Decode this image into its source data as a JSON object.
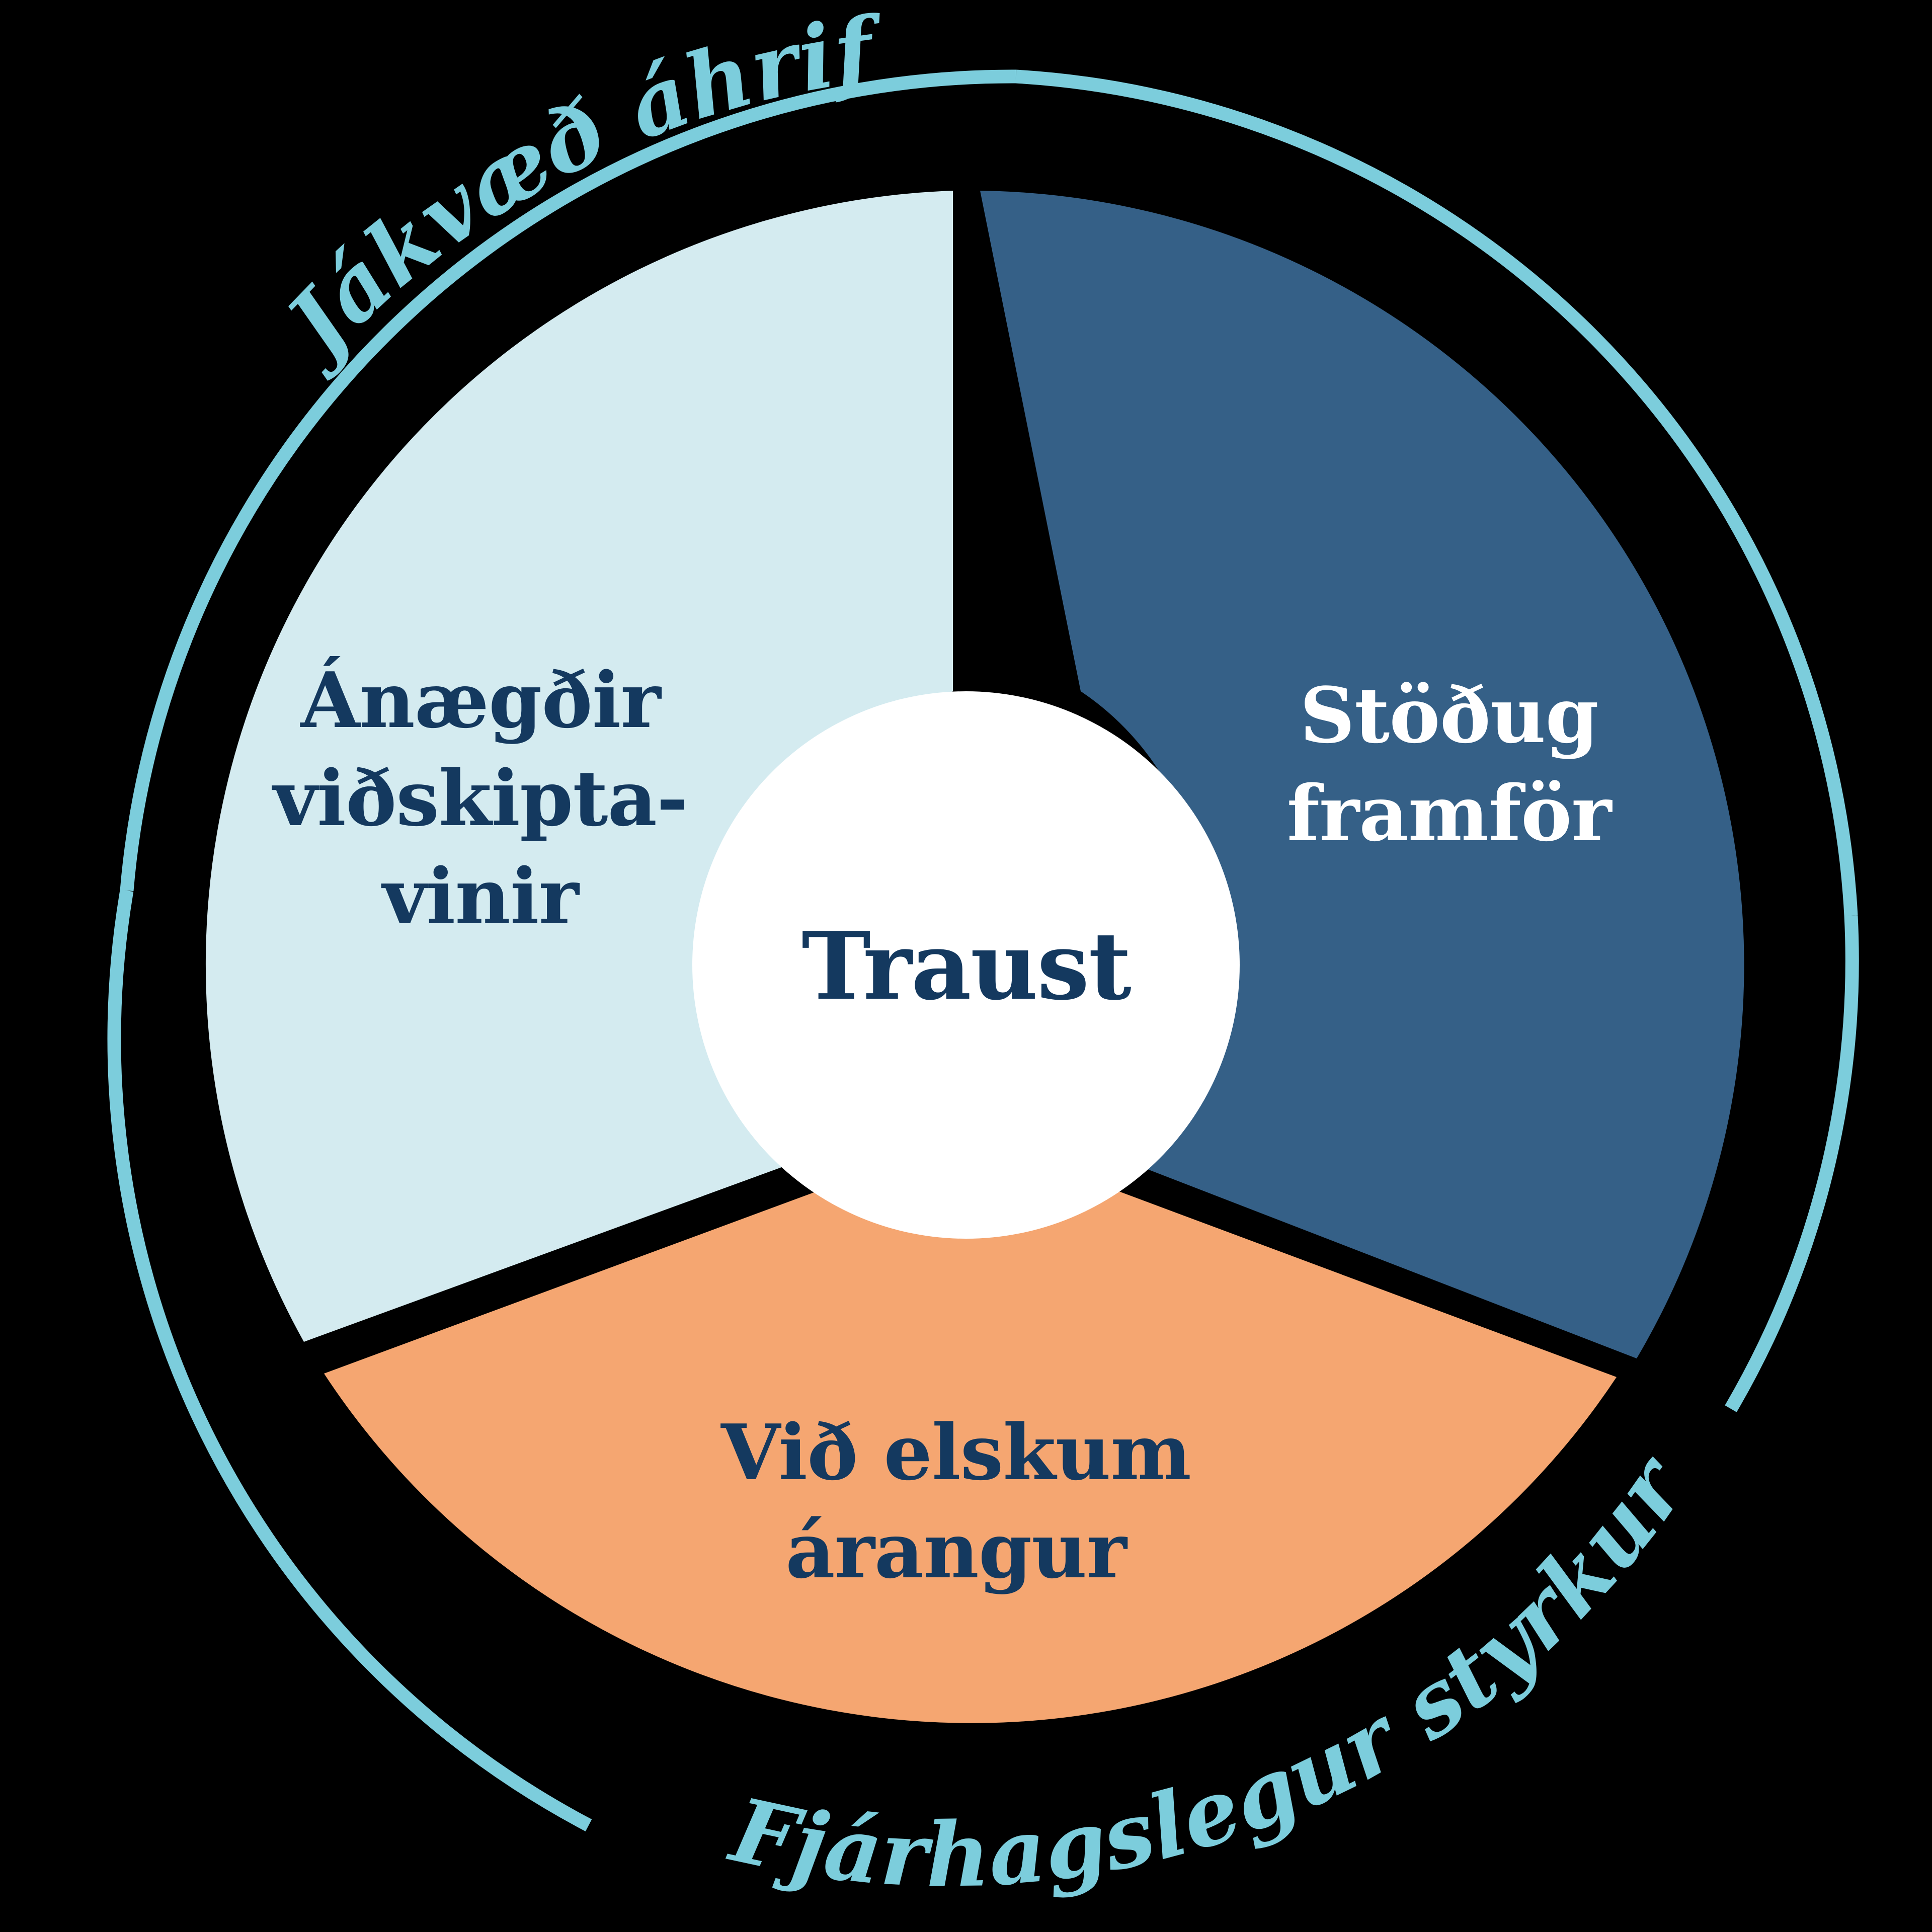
{
  "diagram": {
    "title_center": "Traust",
    "background_color": "#000000",
    "hub_color": "#FFFFFF",
    "ring_arc_color": "#7CCDDC",
    "divider_color": "#000000",
    "segments": [
      {
        "id": "satisfied-customers",
        "label_lines": [
          "Ánægðir",
          "viðskipta-",
          "vinir"
        ],
        "label_full": "Ánægðir viðskipta-vinir",
        "fill": "#D4EBF0",
        "text_color": "#14395F",
        "start_angle": 90,
        "end_angle": 210
      },
      {
        "id": "steady-progress",
        "label_lines": [
          "Stöðug",
          "framför"
        ],
        "label_full": "Stöðug framför",
        "fill": "#356087",
        "text_color": "#FFFFFF",
        "start_angle": 330,
        "end_angle": 90
      },
      {
        "id": "we-love-results",
        "label_lines": [
          "Við elskum",
          "árangur"
        ],
        "label_full": "Við elskum árangur",
        "fill": "#F5A671",
        "text_color": "#14395F",
        "start_angle": 210,
        "end_angle": 330
      }
    ],
    "outer_arcs": [
      {
        "id": "positive-impact",
        "label": "Jákvæð áhrif",
        "color": "#7CCDDC"
      },
      {
        "id": "financial-strength",
        "label": "Fjárhagslegur styrkur",
        "color": "#7CCDDC"
      }
    ]
  },
  "chart_data": {
    "type": "pie",
    "title": "Traust",
    "categories": [
      "Ánægðir viðskipta-vinir",
      "Stöðug framför",
      "Við elskum árangur"
    ],
    "values": [
      33.3,
      33.3,
      33.3
    ],
    "colors": [
      "#D4EBF0",
      "#356087",
      "#F5A671"
    ],
    "annotations": [
      "Jákvæð áhrif",
      "Fjárhagslegur styrkur"
    ],
    "legend": "none",
    "grid": false
  }
}
